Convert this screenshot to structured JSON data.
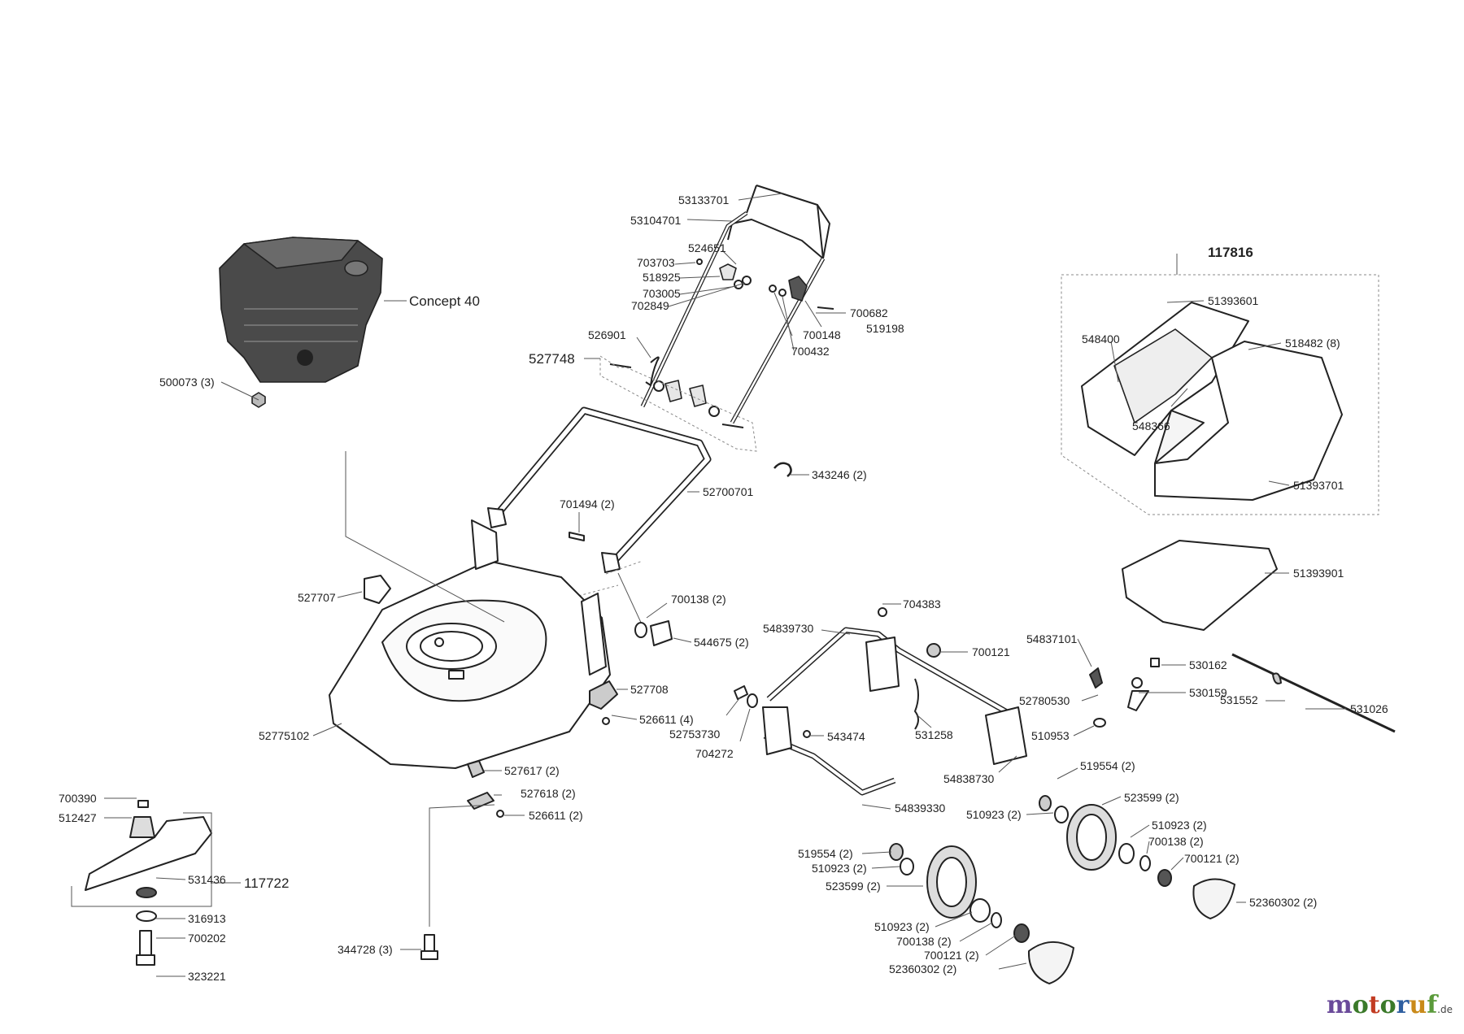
{
  "labels": {
    "p53133701": "53133701",
    "p53104701": "53104701",
    "p524651": "524651",
    "p703703": "703703",
    "p518925": "518925",
    "p703005": "703005",
    "p702849": "702849",
    "p700682": "700682",
    "p519198": "519198",
    "p700148": "700148",
    "p700432": "700432",
    "p526901": "526901",
    "p527748": "527748",
    "p343246": "343246 (2)",
    "p52700701": "52700701",
    "p701494": "701494 (2)",
    "concept40": "Concept 40",
    "p500073": "500073 (3)",
    "p527707": "527707",
    "p700138a": "700138 (2)",
    "p544675": "544675 (2)",
    "p527708": "527708",
    "p526611a": "526611 (4)",
    "p52775102": "52775102",
    "p527617": "527617 (2)",
    "p527618": "527618 (2)",
    "p526611b": "526611 (2)",
    "p700390": "700390",
    "p512427": "512427",
    "p531436": "531436",
    "p117722": "117722",
    "p316913": "316913",
    "p700202": "700202",
    "p323221": "323221",
    "p344728": "344728 (3)",
    "p117816": "117816",
    "p51393601": "51393601",
    "p548400": "548400",
    "p518482": "518482 (8)",
    "p548366": "548366",
    "p51393701": "51393701",
    "p51393901": "51393901",
    "p704383": "704383",
    "p54839730": "54839730",
    "p700121a": "700121",
    "p54837101": "54837101",
    "p530162": "530162",
    "p52780530": "52780530",
    "p530159": "530159",
    "p531552": "531552",
    "p531026": "531026",
    "p531258": "531258",
    "p510953": "510953",
    "p52753730": "52753730",
    "p704272": "704272",
    "p543474": "543474",
    "p54838730": "54838730",
    "p519554a": "519554 (2)",
    "p54839330": "54839330",
    "p510923a": "510923 (2)",
    "p523599a": "523599 (2)",
    "p510923b": "510923 (2)",
    "p700138b": "700138 (2)",
    "p700121b": "700121 (2)",
    "p52360302a": "52360302 (2)",
    "p519554b": "519554 (2)",
    "p510923c": "510923 (2)",
    "p523599b": "523599 (2)",
    "p510923d": "510923 (2)",
    "p700138c": "700138 (2)",
    "p700121c": "700121 (2)",
    "p52360302b": "52360302 (2)"
  },
  "logo": {
    "m": "m",
    "o1": "o",
    "t": "t",
    "o2": "o",
    "r": "r",
    "u": "u",
    "f": "f",
    "de": ".de"
  }
}
